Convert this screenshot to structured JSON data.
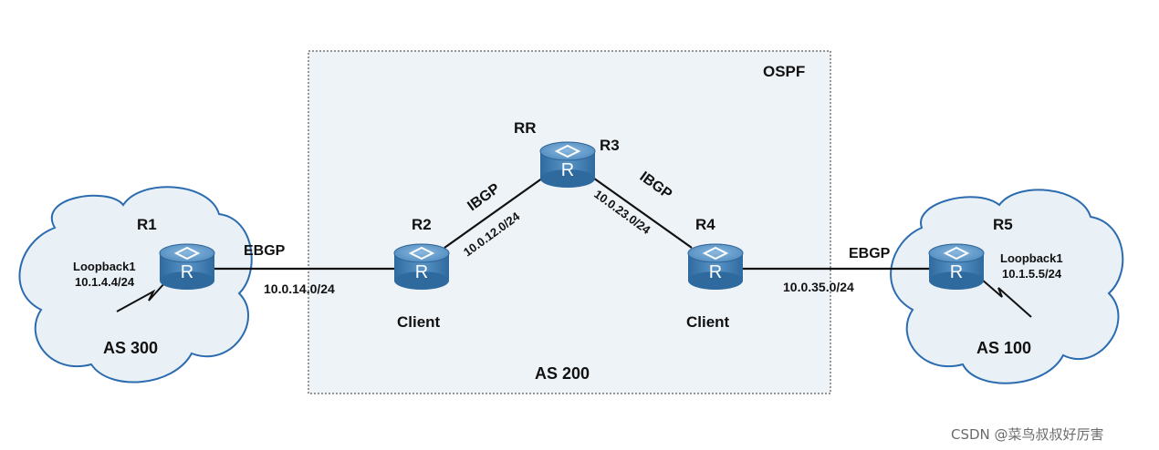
{
  "diagram": {
    "ospf_label": "OSPF",
    "as_center": "AS 200",
    "as_left": "AS 300",
    "as_right": "AS 100",
    "routers": {
      "r1": {
        "name": "R1",
        "loopback_label": "Loopback1",
        "loopback_ip": "10.1.4.4/24",
        "icon_letter": "R"
      },
      "r2": {
        "name": "R2",
        "role": "Client",
        "icon_letter": "R"
      },
      "r3": {
        "name": "R3",
        "role": "RR",
        "icon_letter": "R"
      },
      "r4": {
        "name": "R4",
        "role": "Client",
        "icon_letter": "R"
      },
      "r5": {
        "name": "R5",
        "loopback_label": "Loopback1",
        "loopback_ip": "10.1.5.5/24",
        "icon_letter": "R"
      }
    },
    "links": {
      "r1_r2": {
        "protocol": "EBGP",
        "subnet": "10.0.14.0/24"
      },
      "r2_r3": {
        "protocol": "IBGP",
        "subnet": "10.0.12.0/24"
      },
      "r3_r4": {
        "protocol": "IBGP",
        "subnet": "10.0.23.0/24"
      },
      "r4_r5": {
        "protocol": "EBGP",
        "subnet": "10.0.35.0/24"
      }
    },
    "colors": {
      "as_box_fill": "#eef3f7",
      "cloud_fill": "#e9f0f6",
      "cloud_stroke": "#2b6cb0",
      "router_body": "#3f7eb5",
      "router_top": "#6fa3cf"
    }
  },
  "watermark": "CSDN @菜鸟叔叔好厉害"
}
